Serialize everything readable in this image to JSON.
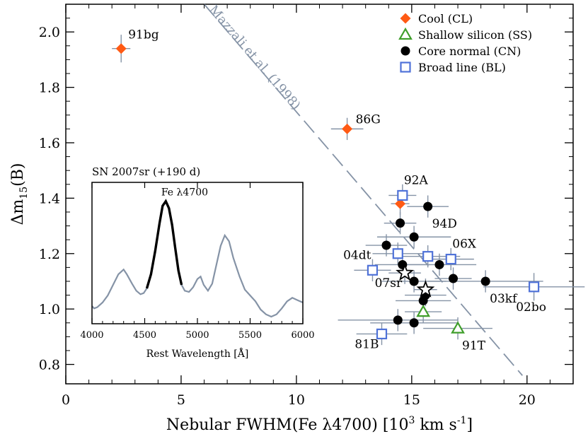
{
  "chart_data": {
    "type": "scatter",
    "xlabel": "Nebular FWHM(Fe λ4700)   [10",
    "xlabel_sup": "3",
    "xlabel_tail": " km s",
    "xlabel_sup2": "-1",
    "xlabel_end": "]",
    "ylabel": "Δm",
    "ylabel_sub": "15",
    "ylabel_tail": "(B)",
    "xlim": [
      0,
      22
    ],
    "ylim": [
      0.73,
      2.1
    ],
    "xticks": [
      0,
      5,
      10,
      15,
      20
    ],
    "yticks": [
      0.8,
      1.0,
      1.2,
      1.4,
      1.6,
      1.8,
      2.0
    ],
    "xtick_labels": [
      "0",
      "5",
      "10",
      "15",
      "20"
    ],
    "ytick_labels": [
      "0.8",
      "1.0",
      "1.2",
      "1.4",
      "1.6",
      "1.8",
      "2.0"
    ],
    "colors": {
      "cool": "#ff5a14",
      "shallow_silicon": "#3f9e2a",
      "core_normal": "#000000",
      "broad_line": "#4f72d8",
      "error_bar": "#8593a6",
      "reference_line": "#8593a6"
    },
    "legend": {
      "position": "top-right",
      "entries": [
        {
          "label": "Cool (CL)",
          "marker": "diamond",
          "color": "#ff5a14"
        },
        {
          "label": "Shallow silicon (SS)",
          "marker": "triangle",
          "color": "#3f9e2a"
        },
        {
          "label": "Core normal (CN)",
          "marker": "circle",
          "color": "#000000"
        },
        {
          "label": "Broad line (BL)",
          "marker": "square",
          "color": "#4f72d8"
        }
      ]
    },
    "reference_line": {
      "label": "Mazzali et al. (1998)",
      "x": [
        6.0,
        19.8
      ],
      "y": [
        2.1,
        0.76
      ]
    },
    "series": [
      {
        "name": "Cool (CL)",
        "marker": "diamond",
        "points": [
          {
            "x": 2.4,
            "y": 1.94,
            "xerr": 0.4,
            "yerr": 0.05
          },
          {
            "x": 12.2,
            "y": 1.65,
            "xerr": 0.7,
            "yerr": 0.04
          },
          {
            "x": 14.5,
            "y": 1.38,
            "xerr": 0.4,
            "yerr": 0.04
          }
        ]
      },
      {
        "name": "Shallow silicon (SS)",
        "marker": "triangle",
        "points": [
          {
            "x": 15.5,
            "y": 0.99,
            "xerr": 0.8,
            "yerr": 0.04
          },
          {
            "x": 17.0,
            "y": 0.93,
            "xerr": 1.5,
            "yerr": 0.04
          }
        ]
      },
      {
        "name": "Core normal (CN)",
        "marker": "circle",
        "points": [
          {
            "x": 13.9,
            "y": 1.23,
            "xerr": 0.9,
            "yerr": 0.04
          },
          {
            "x": 14.5,
            "y": 1.31,
            "xerr": 0.7,
            "yerr": 0.04
          },
          {
            "x": 15.7,
            "y": 1.37,
            "xerr": 0.9,
            "yerr": 0.04
          },
          {
            "x": 15.1,
            "y": 1.26,
            "xerr": 1.6,
            "yerr": 0.04
          },
          {
            "x": 14.6,
            "y": 1.16,
            "xerr": 1.2,
            "yerr": 0.04
          },
          {
            "x": 16.2,
            "y": 1.16,
            "xerr": 1.6,
            "yerr": 0.04
          },
          {
            "x": 16.8,
            "y": 1.11,
            "xerr": 0.8,
            "yerr": 0.04
          },
          {
            "x": 18.2,
            "y": 1.1,
            "xerr": 2.5,
            "yerr": 0.04
          },
          {
            "x": 15.1,
            "y": 1.1,
            "xerr": 1.4,
            "yerr": 0.04
          },
          {
            "x": 15.6,
            "y": 1.05,
            "xerr": 0.9,
            "yerr": 0.04
          },
          {
            "x": 15.5,
            "y": 1.03,
            "xerr": 1.2,
            "yerr": 0.04
          },
          {
            "x": 14.4,
            "y": 0.96,
            "xerr": 2.6,
            "yerr": 0.04
          },
          {
            "x": 15.1,
            "y": 0.95,
            "xerr": 1.9,
            "yerr": 0.04
          }
        ]
      },
      {
        "name": "Broad line (BL)",
        "marker": "square",
        "points": [
          {
            "x": 14.6,
            "y": 1.41,
            "xerr": 0.6,
            "yerr": 0.04
          },
          {
            "x": 14.4,
            "y": 1.2,
            "xerr": 1.1,
            "yerr": 0.04
          },
          {
            "x": 15.7,
            "y": 1.19,
            "xerr": 1.4,
            "yerr": 0.04
          },
          {
            "x": 16.7,
            "y": 1.18,
            "xerr": 1.0,
            "yerr": 0.04
          },
          {
            "x": 13.3,
            "y": 1.14,
            "xerr": 0.8,
            "yerr": 0.04
          },
          {
            "x": 20.3,
            "y": 1.08,
            "xerr": 2.2,
            "yerr": 0.05
          },
          {
            "x": 13.7,
            "y": 0.91,
            "xerr": 1.1,
            "yerr": 0.04
          }
        ]
      },
      {
        "name": "",
        "marker": "star",
        "points": [
          {
            "x": 14.7,
            "y": 1.13,
            "xerr": 0.7,
            "yerr": 0.04
          },
          {
            "x": 15.6,
            "y": 1.07,
            "xerr": 0.5,
            "yerr": 0.04
          }
        ]
      }
    ],
    "point_labels": [
      {
        "text": "91bg",
        "x": 2.4,
        "y": 1.94,
        "anchor": "right-up"
      },
      {
        "text": "86G",
        "x": 12.2,
        "y": 1.65,
        "anchor": "right"
      },
      {
        "text": "92A",
        "x": 14.6,
        "y": 1.41,
        "anchor": "up-right"
      },
      {
        "text": "94D",
        "x": 15.7,
        "y": 1.37,
        "anchor": "below-right"
      },
      {
        "text": "06X",
        "x": 16.7,
        "y": 1.18,
        "anchor": "up-right"
      },
      {
        "text": "04dt",
        "x": 13.3,
        "y": 1.14,
        "anchor": "up-left"
      },
      {
        "text": "03kf",
        "x": 18.2,
        "y": 1.1,
        "anchor": "below-right"
      },
      {
        "text": "07sr",
        "x": 14.7,
        "y": 1.13,
        "anchor": "below-left"
      },
      {
        "text": "02bo",
        "x": 20.3,
        "y": 1.08,
        "anchor": "below"
      },
      {
        "text": "91T",
        "x": 17.0,
        "y": 0.93,
        "anchor": "below-right"
      },
      {
        "text": "81B",
        "x": 13.7,
        "y": 0.91,
        "anchor": "below-left"
      }
    ],
    "inset": {
      "type": "line",
      "title": "SN 2007sr (+190 d)",
      "xlabel": "Rest Wavelength   [Å]",
      "annotation": "Fe λ4700",
      "xlim": [
        4000,
        6000
      ],
      "xticks": [
        4000,
        4500,
        5000,
        5500,
        6000
      ],
      "xtick_labels": [
        "4000",
        "4500",
        "5000",
        "5500",
        "6000"
      ],
      "ylim": [
        0,
        1.2
      ],
      "spectrum": [
        [
          4000,
          0.15
        ],
        [
          4020,
          0.13
        ],
        [
          4050,
          0.14
        ],
        [
          4100,
          0.18
        ],
        [
          4150,
          0.24
        ],
        [
          4200,
          0.33
        ],
        [
          4250,
          0.42
        ],
        [
          4300,
          0.46
        ],
        [
          4330,
          0.42
        ],
        [
          4380,
          0.34
        ],
        [
          4420,
          0.28
        ],
        [
          4460,
          0.25
        ],
        [
          4490,
          0.26
        ],
        [
          4520,
          0.3
        ],
        [
          4560,
          0.42
        ],
        [
          4600,
          0.62
        ],
        [
          4640,
          0.85
        ],
        [
          4670,
          1.0
        ],
        [
          4700,
          1.04
        ],
        [
          4730,
          0.98
        ],
        [
          4760,
          0.84
        ],
        [
          4790,
          0.64
        ],
        [
          4820,
          0.45
        ],
        [
          4850,
          0.33
        ],
        [
          4880,
          0.28
        ],
        [
          4920,
          0.27
        ],
        [
          4960,
          0.31
        ],
        [
          5000,
          0.38
        ],
        [
          5030,
          0.4
        ],
        [
          5060,
          0.33
        ],
        [
          5100,
          0.28
        ],
        [
          5140,
          0.34
        ],
        [
          5180,
          0.5
        ],
        [
          5220,
          0.66
        ],
        [
          5260,
          0.75
        ],
        [
          5300,
          0.7
        ],
        [
          5340,
          0.56
        ],
        [
          5400,
          0.4
        ],
        [
          5450,
          0.29
        ],
        [
          5500,
          0.24
        ],
        [
          5550,
          0.19
        ],
        [
          5600,
          0.12
        ],
        [
          5650,
          0.08
        ],
        [
          5700,
          0.06
        ],
        [
          5750,
          0.08
        ],
        [
          5800,
          0.13
        ],
        [
          5850,
          0.19
        ],
        [
          5900,
          0.22
        ],
        [
          5950,
          0.2
        ],
        [
          6000,
          0.18
        ]
      ],
      "highlight_range": [
        4500,
        4870
      ]
    }
  }
}
